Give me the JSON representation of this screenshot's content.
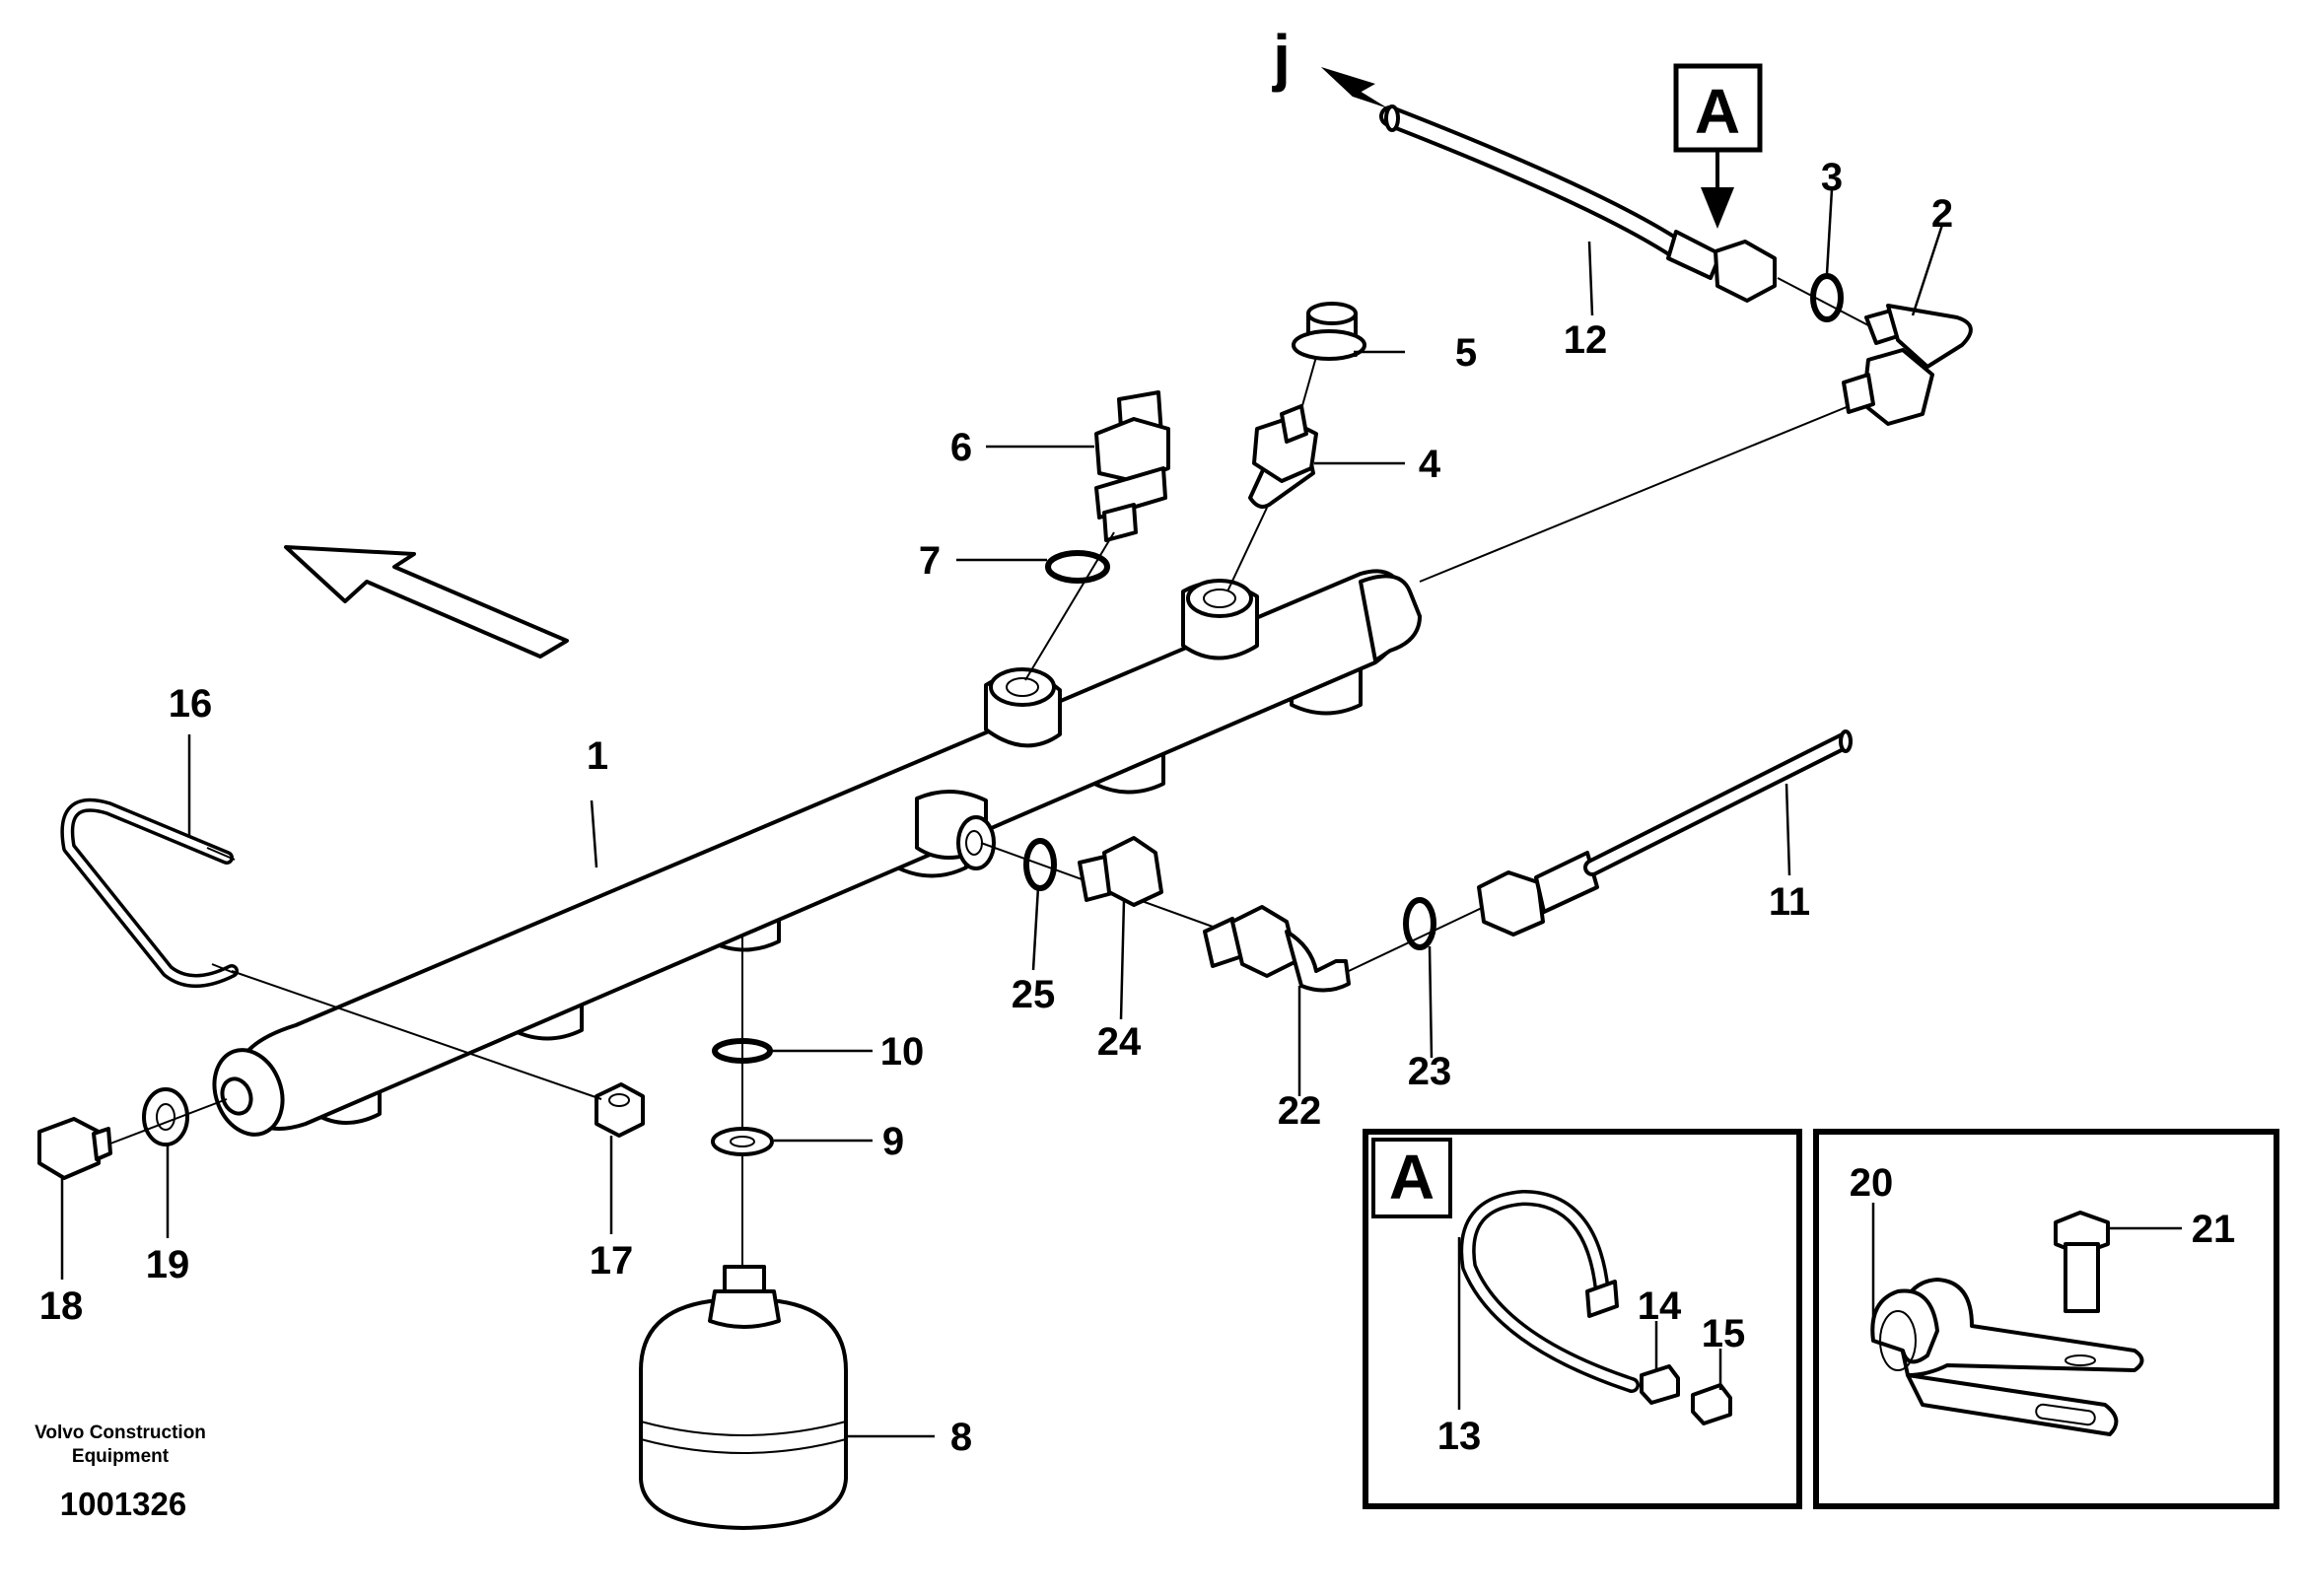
{
  "credit": {
    "line1": "Volvo Construction",
    "line2": "Equipment"
  },
  "document_number": "1001326",
  "view_ref": {
    "letter": "A"
  },
  "pipe_origin_label": "j",
  "inset_a": {
    "letter": "A"
  },
  "callouts": {
    "c1": "1",
    "c2": "2",
    "c3": "3",
    "c4": "4",
    "c5": "5",
    "c6": "6",
    "c7": "7",
    "c8": "8",
    "c9": "9",
    "c10": "10",
    "c11": "11",
    "c12": "12",
    "c13": "13",
    "c14": "14",
    "c15": "15",
    "c16": "16",
    "c17": "17",
    "c18": "18",
    "c19": "19",
    "c20": "20",
    "c21": "21",
    "c22": "22",
    "c23": "23",
    "c24": "24",
    "c25": "25"
  }
}
